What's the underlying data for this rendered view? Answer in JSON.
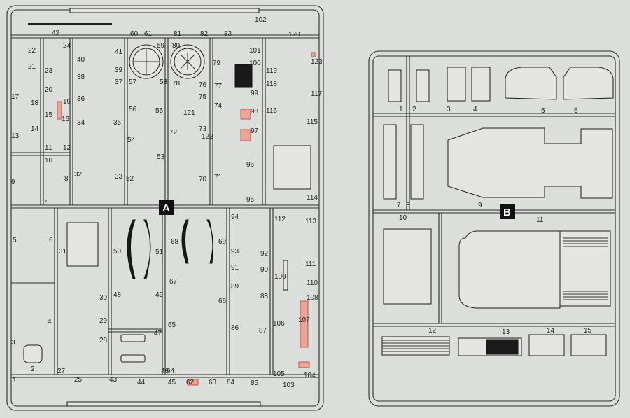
{
  "sheet": {
    "colors": {
      "paper": "#dcdedc",
      "ink": "#1e1e1e",
      "highlight": "#e8a69b"
    },
    "sprues": [
      {
        "letter": "A",
        "name": "sprue-a"
      },
      {
        "letter": "B",
        "name": "sprue-b"
      }
    ]
  },
  "sprue_a": {
    "letter": "A",
    "labels": [
      "1",
      "2",
      "3",
      "4",
      "5",
      "6",
      "7",
      "8",
      "9",
      "10",
      "11",
      "12",
      "13",
      "14",
      "15",
      "16",
      "17",
      "18",
      "19",
      "20",
      "21",
      "22",
      "23",
      "24",
      "25",
      "27",
      "28",
      "29",
      "30",
      "31",
      "32",
      "33",
      "34",
      "35",
      "36",
      "37",
      "38",
      "39",
      "40",
      "41",
      "42",
      "43",
      "44",
      "45",
      "46",
      "47",
      "48",
      "49",
      "50",
      "51",
      "52",
      "53",
      "54",
      "55",
      "56",
      "57",
      "58",
      "59",
      "60",
      "61",
      "62",
      "63",
      "64",
      "65",
      "66",
      "67",
      "68",
      "69",
      "70",
      "71",
      "72",
      "73",
      "74",
      "75",
      "76",
      "77",
      "78",
      "79",
      "80",
      "81",
      "82",
      "83",
      "84",
      "85",
      "86",
      "87",
      "88",
      "89",
      "90",
      "91",
      "92",
      "93",
      "94",
      "95",
      "96",
      "97",
      "98",
      "99",
      "100",
      "101",
      "102",
      "103",
      "104",
      "105",
      "106",
      "107",
      "108",
      "109",
      "110",
      "111",
      "112",
      "113",
      "114",
      "115",
      "116",
      "117",
      "118",
      "119",
      "120",
      "121",
      "122",
      "123"
    ],
    "highlighted_parts": [
      "16",
      "62",
      "97",
      "98",
      "104",
      "107",
      "123"
    ]
  },
  "sprue_b": {
    "letter": "B",
    "labels": [
      "1",
      "2",
      "3",
      "4",
      "5",
      "6",
      "7",
      "8",
      "9",
      "10",
      "11",
      "12",
      "13",
      "14",
      "15"
    ]
  }
}
